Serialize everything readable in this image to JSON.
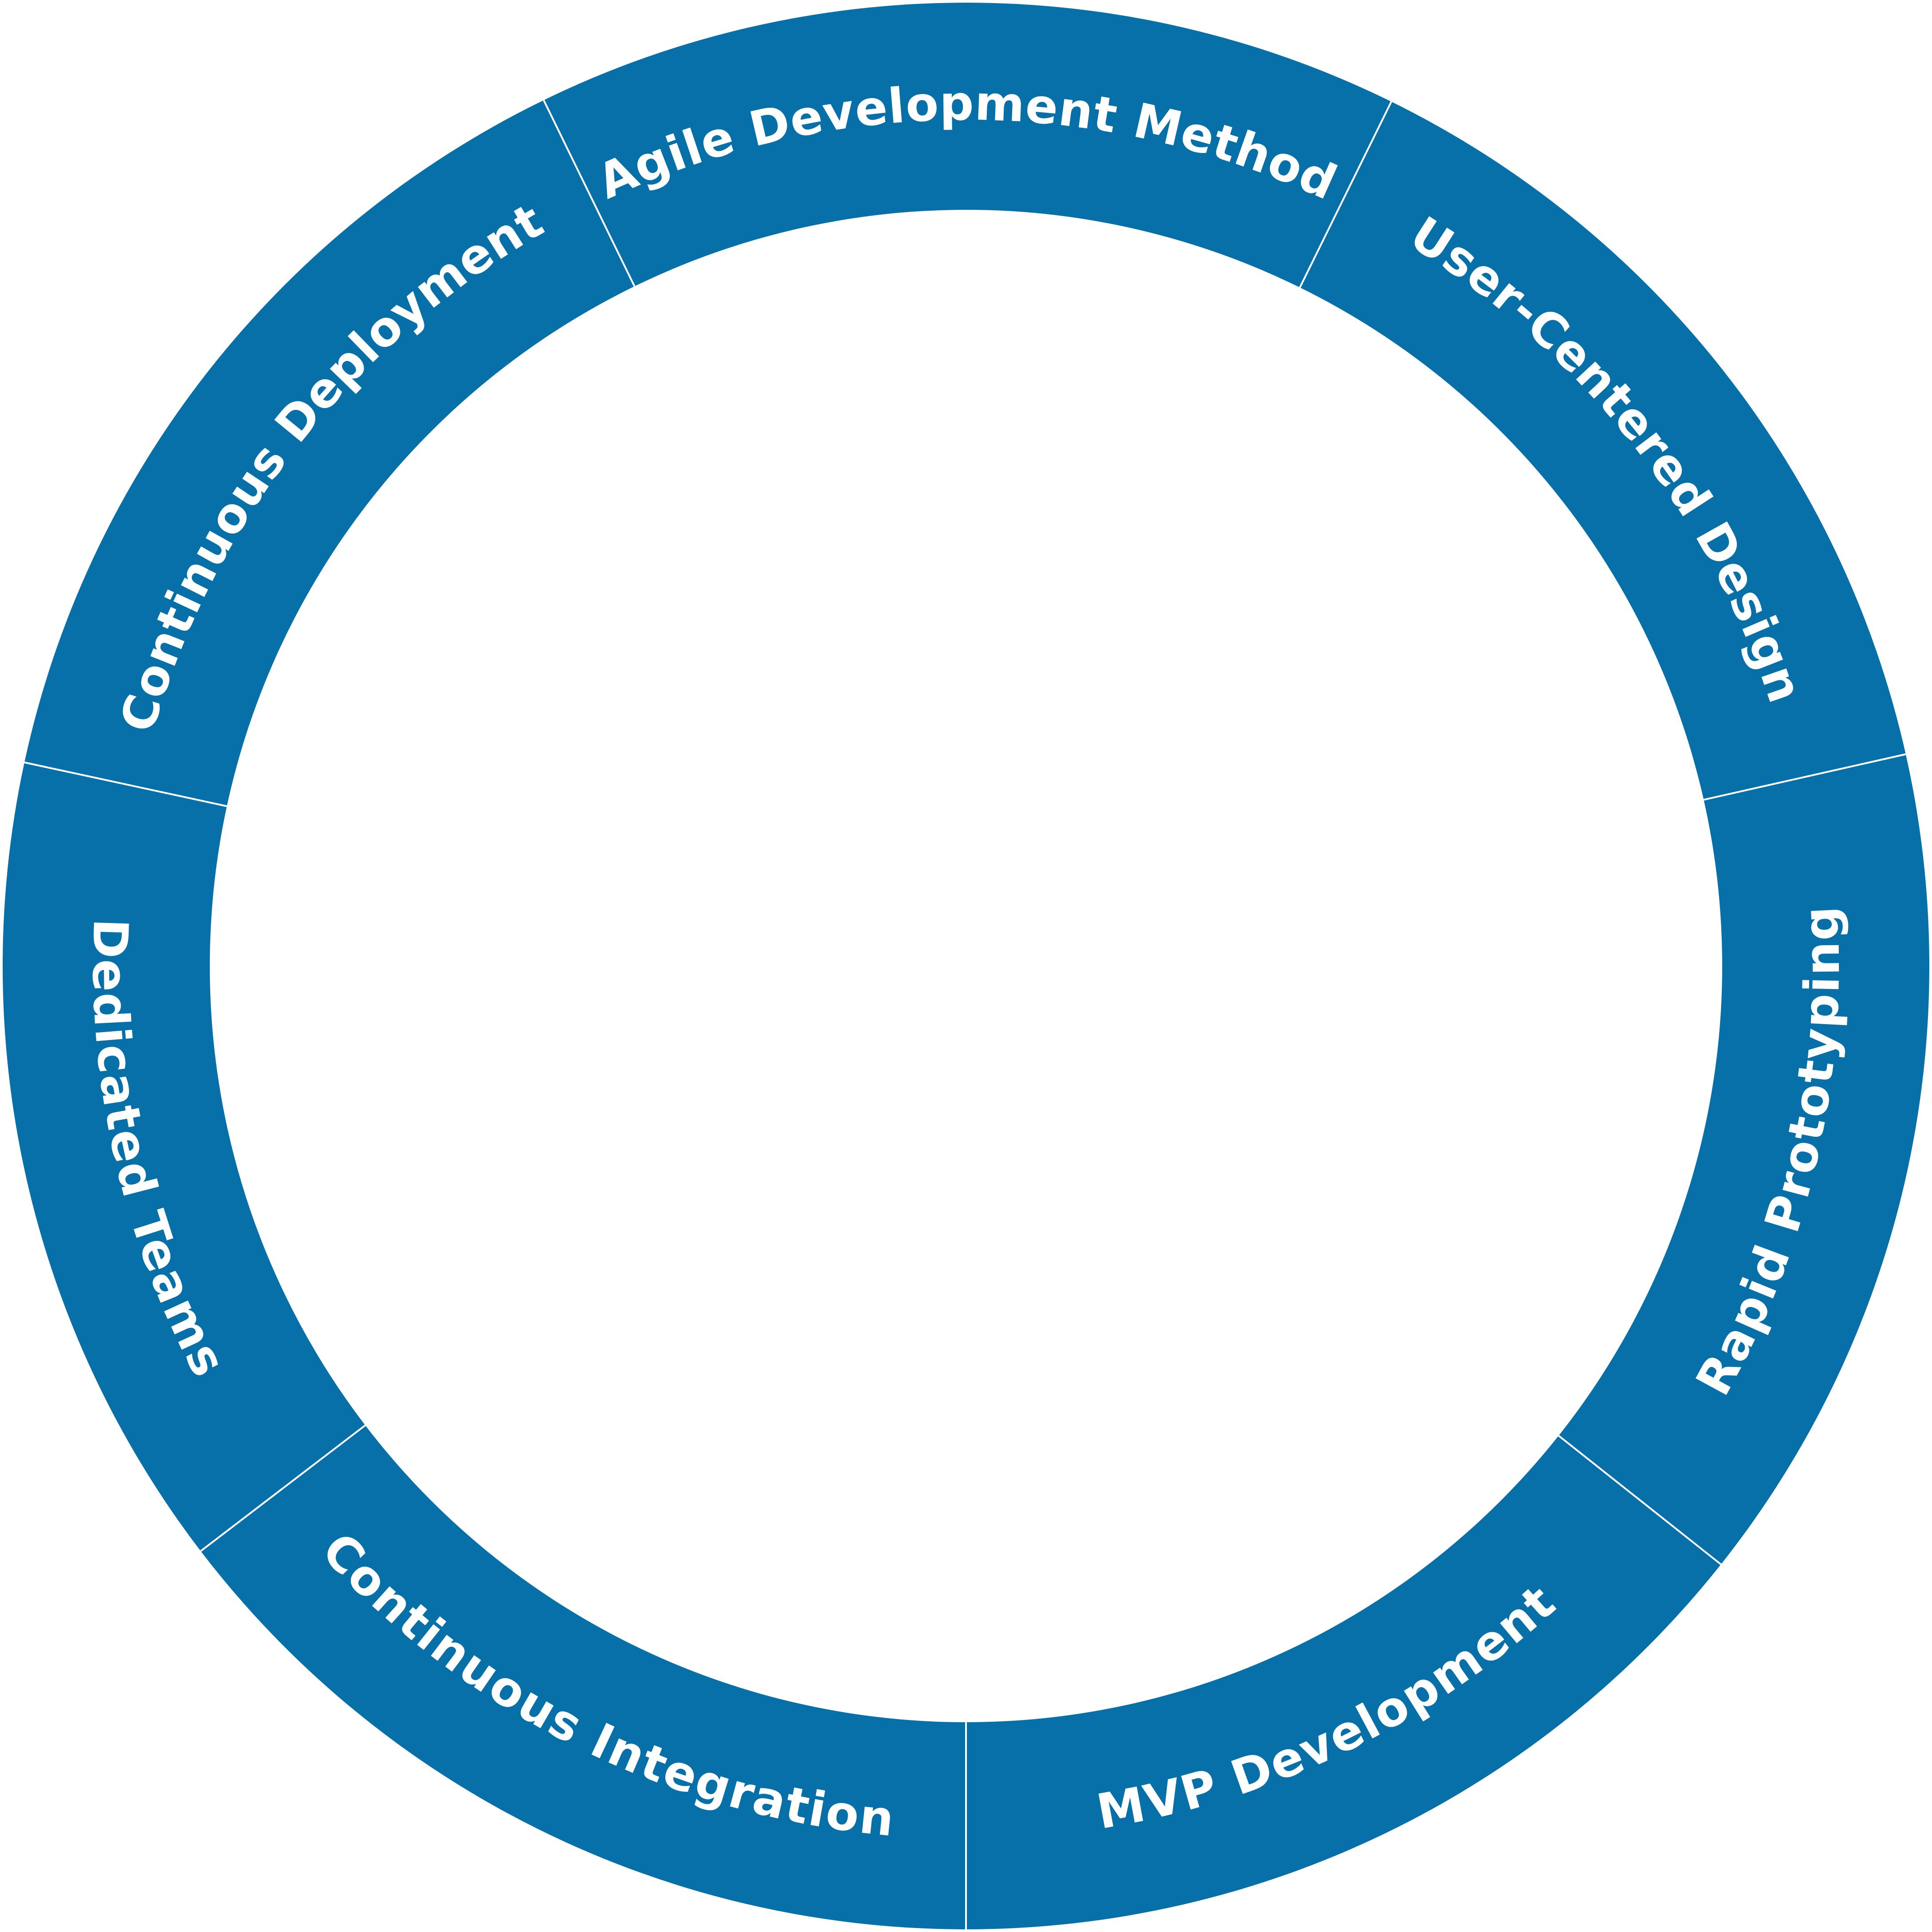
{
  "diagram": {
    "ring_color": "#0770a8",
    "divider_color": "#ffffff",
    "label_color": "#ffffff",
    "background_color": "#ffffff",
    "segments": [
      {
        "label": "Agile Development Method"
      },
      {
        "label": "User-Centered Design"
      },
      {
        "label": "Rapid Prototyping"
      },
      {
        "label": "MVP Development"
      },
      {
        "label": "Continuous Integration"
      },
      {
        "label": "Dedicated Teams"
      },
      {
        "label": "Continuous Deployment"
      }
    ]
  }
}
